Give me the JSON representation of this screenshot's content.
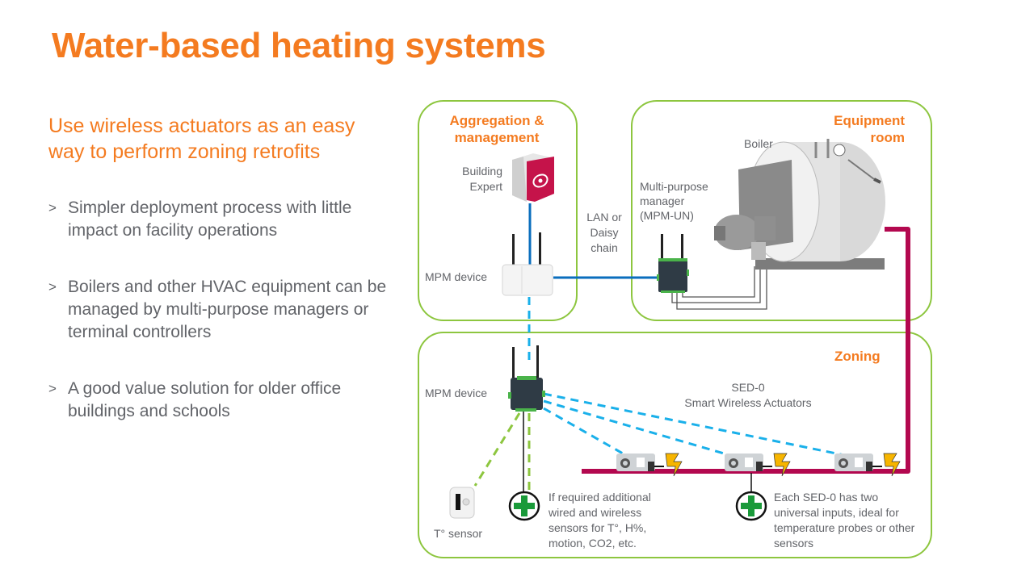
{
  "slide": {
    "title": "Water-based heating systems",
    "subtitle": "Use wireless actuators as an easy way to perform zoning retrofits",
    "bullets": [
      {
        "marker": ">",
        "text": "Simpler deployment process with little impact on facility operations"
      },
      {
        "marker": ">",
        "text": "Boilers and other HVAC  equipment can be managed by multi-purpose managers or terminal controllers"
      },
      {
        "marker": ">",
        "text": "A good value solution for older office buildings and schools"
      }
    ]
  },
  "diagram": {
    "zones": {
      "aggregation": "Aggregation & management",
      "equipment": "Equipment room",
      "zoning": "Zoning"
    },
    "labels": {
      "building_expert": "Building Expert",
      "mpm_device_top": "MPM device",
      "lan": "LAN or Daisy chain",
      "boiler": "Boiler",
      "mpm_un": "Multi-purpose manager (MPM-UN)",
      "mpm_device_zone": "MPM device",
      "sed0_title": "SED-0",
      "sed0_sub": "Smart Wireless Actuators",
      "t_sensor": "T° sensor",
      "note_left": "If required additional wired and wireless sensors for T°, H%, motion, CO2, etc.",
      "note_right": "Each SED-0 has two universal inputs, ideal for temperature probes or other sensors"
    },
    "icons": {
      "building_expert": "building-expert-cube-icon",
      "mpm_device": "wireless-router-icon",
      "boiler": "boiler-icon",
      "actuator": "valve-actuator-icon",
      "power": "lightning-bolt-icon",
      "plus": "plus-circle-icon",
      "sensor": "thermostat-icon"
    },
    "colors": {
      "accent": "#f47b20",
      "zone_border": "#8dc63f",
      "lan_line": "#0a6ebd",
      "wireless_line": "#1ab0ea",
      "pipe": "#b3084f",
      "sensor_link": "#8dc63f",
      "plus": "#1a9a3a"
    }
  }
}
